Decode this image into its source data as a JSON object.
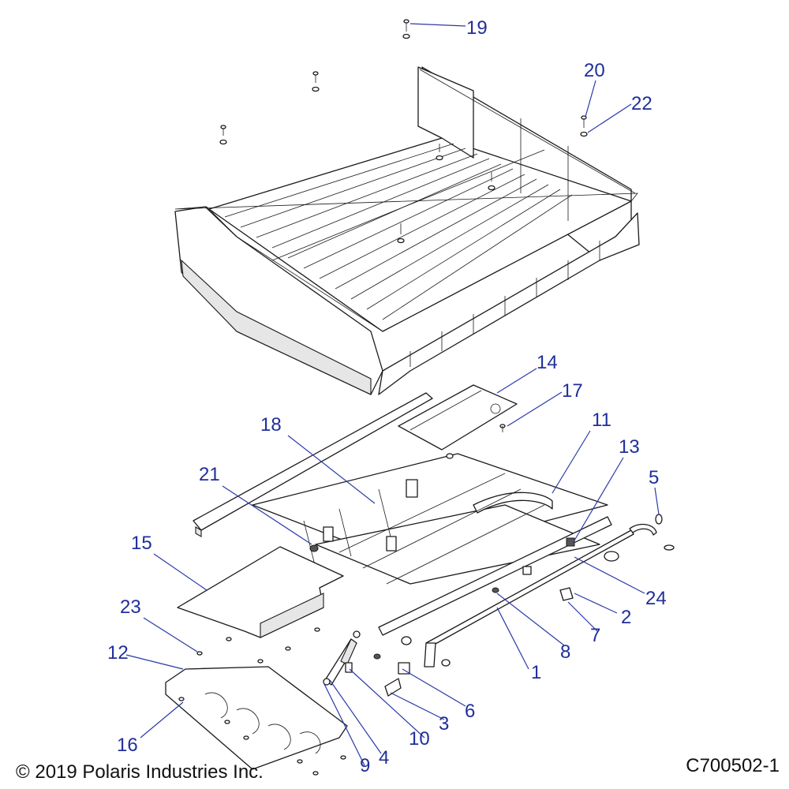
{
  "diagram": {
    "copyright": "© 2019 Polaris Industries Inc.",
    "drawing_number": "C700502-1",
    "callouts": [
      {
        "id": "c1",
        "label": "1"
      },
      {
        "id": "c2",
        "label": "2"
      },
      {
        "id": "c3",
        "label": "3"
      },
      {
        "id": "c4",
        "label": "4"
      },
      {
        "id": "c5",
        "label": "5"
      },
      {
        "id": "c6",
        "label": "6"
      },
      {
        "id": "c7",
        "label": "7"
      },
      {
        "id": "c8",
        "label": "8"
      },
      {
        "id": "c9",
        "label": "9"
      },
      {
        "id": "c10",
        "label": "10"
      },
      {
        "id": "c11",
        "label": "11"
      },
      {
        "id": "c12",
        "label": "12"
      },
      {
        "id": "c13",
        "label": "13"
      },
      {
        "id": "c14",
        "label": "14"
      },
      {
        "id": "c15",
        "label": "15"
      },
      {
        "id": "c16",
        "label": "16"
      },
      {
        "id": "c17",
        "label": "17"
      },
      {
        "id": "c18",
        "label": "18"
      },
      {
        "id": "c19",
        "label": "19"
      },
      {
        "id": "c20",
        "label": "20"
      },
      {
        "id": "c21",
        "label": "21"
      },
      {
        "id": "c22",
        "label": "22"
      },
      {
        "id": "c23",
        "label": "23"
      },
      {
        "id": "c24",
        "label": "24"
      }
    ]
  }
}
